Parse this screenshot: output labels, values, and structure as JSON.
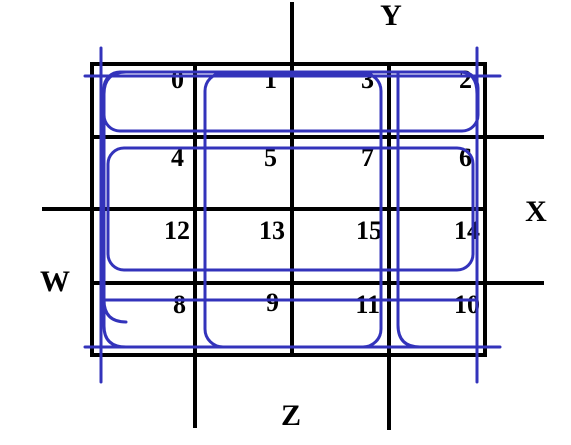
{
  "axis_labels": {
    "y": "Y",
    "x": "X",
    "w": "W",
    "z": "Z"
  },
  "cells": [
    [
      "0",
      "1",
      "3",
      "2"
    ],
    [
      "4",
      "5",
      "7",
      "6"
    ],
    [
      "12",
      "13",
      "15",
      "14"
    ],
    [
      "8",
      "9",
      "11",
      "10"
    ]
  ],
  "colors": {
    "grid": "#000000",
    "grouping": "#3333bb",
    "background": "#ffffff"
  }
}
